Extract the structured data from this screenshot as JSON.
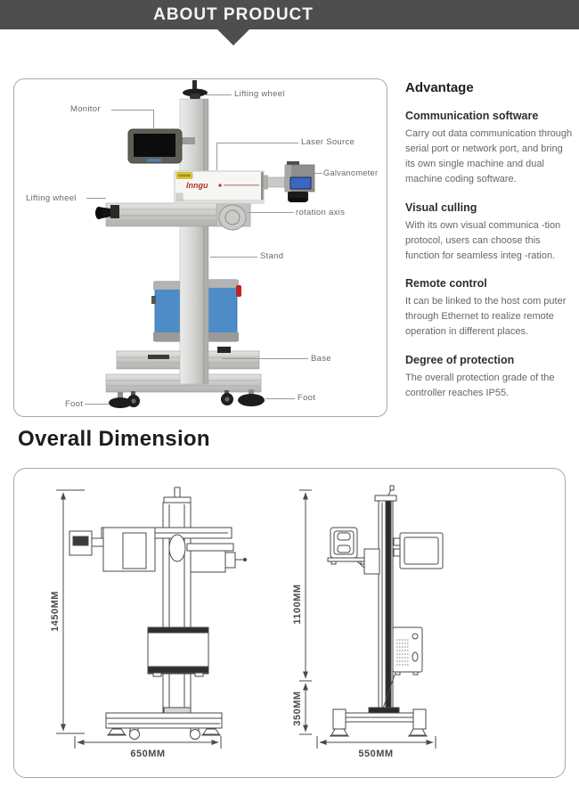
{
  "header": {
    "title": "ABOUT PRODUCT"
  },
  "product_diagram": {
    "brand": "Inngu",
    "labels": {
      "lifting_wheel_top": "Lifting wheel",
      "monitor": "Monitor",
      "laser_source": "Laser  Source",
      "galvanometer": "Galvanometer",
      "lifting_wheel_left": "Lifting wheel",
      "rotation_axis": "rotation axis",
      "stand": "Stand",
      "base": "Base",
      "foot_left": "Foot",
      "foot_right": "Foot"
    }
  },
  "advantage": {
    "heading": "Advantage",
    "sections": [
      {
        "title": "Communication software",
        "body": "Carry out data communication through serial port or network port, and bring its own single machine and dual machine coding software."
      },
      {
        "title": "Visual culling",
        "body": "With its own visual communica -tion protocol, users can choose this function for seamless integ -ration."
      },
      {
        "title": "Remote control",
        "body": "It can be linked to the host com puter through Ethernet to realize remote operation in different places."
      },
      {
        "title": "Degree of protection",
        "body": "The overall protection grade of the controller reaches IP55."
      }
    ]
  },
  "overall_dimension": {
    "heading": "Overall Dimension",
    "front_view": {
      "height": "1450MM",
      "width": "650MM"
    },
    "side_view": {
      "upper_height": "1100MM",
      "lower_height": "350MM",
      "width": "550MM"
    }
  },
  "colors": {
    "banner": "#4e4e4e",
    "accent_blue": "#4d8cc7",
    "galvo_screen_blue": "#3a67c5",
    "brand_red": "#b03228",
    "label_yellow": "#e3cc35",
    "label_text": "#686868",
    "box_border": "#a8a8a8"
  }
}
